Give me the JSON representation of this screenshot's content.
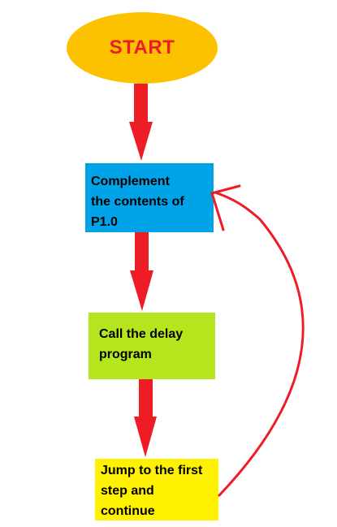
{
  "colors": {
    "start_fill": "#fcc200",
    "start_text": "#ee1c24",
    "complement_fill": "#00a2e8",
    "delay_fill": "#b5e61d",
    "jump_fill": "#fff200",
    "arrow": "#ee1c24"
  },
  "start": {
    "label": "START"
  },
  "steps": {
    "complement": {
      "lines": [
        "Complement",
        "the contents of",
        "P1.0"
      ]
    },
    "delay": {
      "lines": [
        "Call the delay",
        "program"
      ]
    },
    "jump": {
      "lines": [
        "Jump to the first",
        "step and",
        "continue"
      ]
    }
  }
}
